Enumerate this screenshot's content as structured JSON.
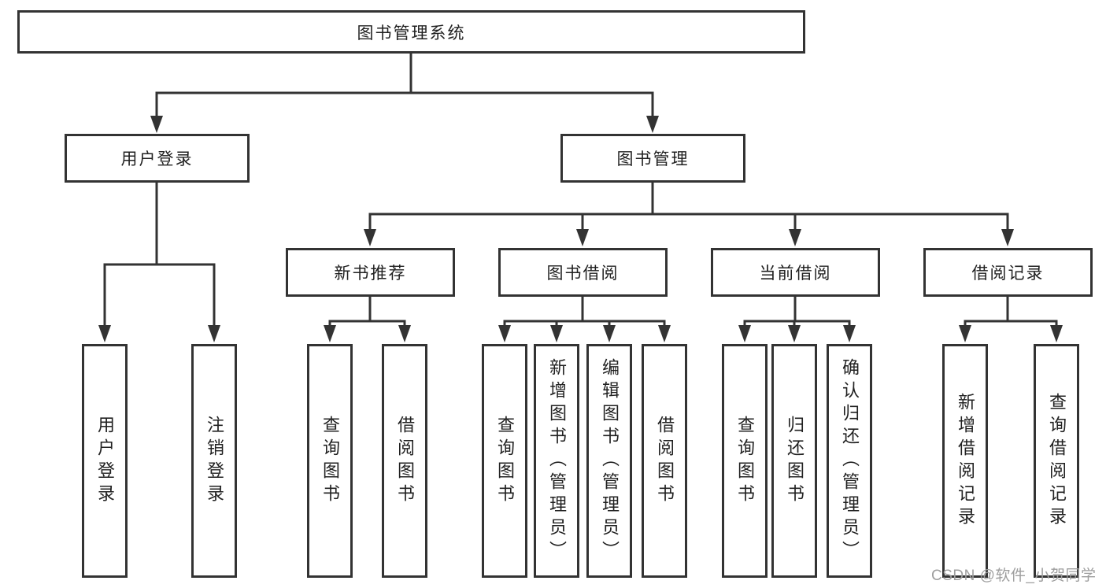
{
  "diagram": {
    "root": {
      "label": "图书管理系统"
    },
    "level2": [
      {
        "label": "用户登录"
      },
      {
        "label": "图书管理"
      }
    ],
    "level3": [
      {
        "label": "新书推荐",
        "parent": "图书管理"
      },
      {
        "label": "图书借阅",
        "parent": "图书管理"
      },
      {
        "label": "当前借阅",
        "parent": "图书管理"
      },
      {
        "label": "借阅记录",
        "parent": "图书管理"
      }
    ],
    "leaves": [
      {
        "label": "用户登录",
        "parent": "用户登录"
      },
      {
        "label": "注销登录",
        "parent": "用户登录"
      },
      {
        "label": "查询图书",
        "parent": "新书推荐"
      },
      {
        "label": "借阅图书",
        "parent": "新书推荐"
      },
      {
        "label": "查询图书",
        "parent": "图书借阅"
      },
      {
        "label": "新增图书（管理员）",
        "parent": "图书借阅"
      },
      {
        "label": "编辑图书（管理员）",
        "parent": "图书借阅"
      },
      {
        "label": "借阅图书",
        "parent": "图书借阅"
      },
      {
        "label": "查询图书",
        "parent": "当前借阅"
      },
      {
        "label": "归还图书",
        "parent": "当前借阅"
      },
      {
        "label": "确认归还（管理员）",
        "parent": "当前借阅"
      },
      {
        "label": "新增借阅记录",
        "parent": "借阅记录"
      },
      {
        "label": "查询借阅记录",
        "parent": "借阅记录"
      }
    ]
  },
  "watermark": {
    "text": "CSDN @软件_小贺同学"
  },
  "colors": {
    "line": "#333333",
    "text": "#212121",
    "watermark": "#9e9e9e",
    "background": "#ffffff"
  }
}
